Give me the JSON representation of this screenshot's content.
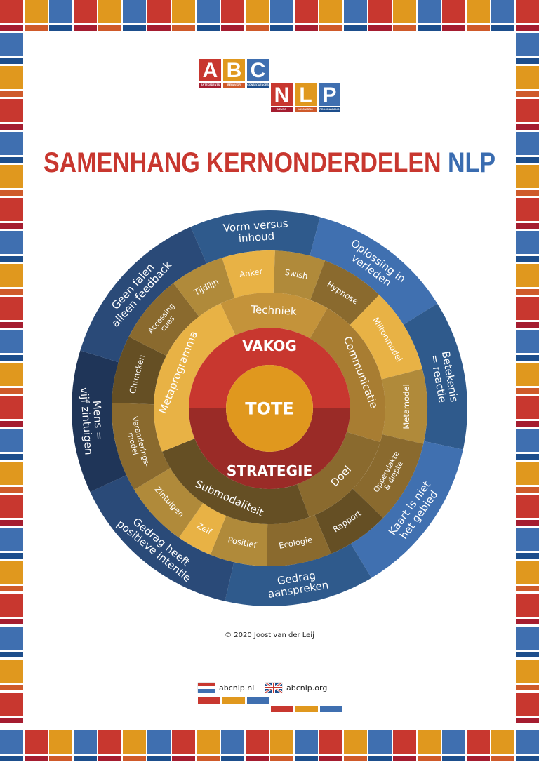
{
  "colors": {
    "red": "#c8372f",
    "orange": "#e0981e",
    "blue": "#3f6fb0",
    "red_dark": "#a51d30",
    "orange_dark": "#cf5a2a",
    "blue_dark": "#1d4e8c",
    "title_red": "#c8372f",
    "title_blue": "#3a6cb0"
  },
  "logo": {
    "abc": [
      {
        "letter": "A",
        "sub": "ANTECEDENTS",
        "color": "red"
      },
      {
        "letter": "B",
        "sub": "BEHAVIOR",
        "color": "orange"
      },
      {
        "letter": "C",
        "sub": "CONSEQUENCES",
        "color": "blue"
      }
    ],
    "nlp": [
      {
        "letter": "N",
        "sub": "NEURO",
        "color": "red"
      },
      {
        "letter": "L",
        "sub": "LINGUISTIC",
        "color": "orange"
      },
      {
        "letter": "P",
        "sub": "PROGRAMMING",
        "color": "blue"
      }
    ]
  },
  "title": {
    "main": "SAMENHANG KERNONDERDELEN ",
    "accent": "NLP"
  },
  "wheel": {
    "center": "TOTE",
    "inner": {
      "top": "VAKOG",
      "bottom": "STRATEGIE"
    },
    "middle": [
      {
        "label": "Techniek",
        "color": "#c4933a"
      },
      {
        "label": "Communicatie",
        "color": "#a87d32"
      },
      {
        "label": "Doel",
        "color": "#8a6a2e"
      },
      {
        "label": "Submodaliteit",
        "color": "#654f24"
      },
      {
        "label": "Metaprogramma",
        "color": "#e8b245"
      }
    ],
    "outer": [
      {
        "label": "Anker",
        "color": "#e8b245"
      },
      {
        "label": "Swish",
        "color": "#b08a3a"
      },
      {
        "label": "Hypnose",
        "color": "#8a6a2e"
      },
      {
        "label": "Miltonmodel",
        "color": "#e8b245"
      },
      {
        "label": "Metamodel",
        "color": "#b08a3a"
      },
      {
        "label": "Oppervlakte|& diepte",
        "color": "#8a6a2e"
      },
      {
        "label": "Rapport",
        "color": "#654f24"
      },
      {
        "label": "Ecologie",
        "color": "#8a6a2e"
      },
      {
        "label": "Positief",
        "color": "#b08a3a"
      },
      {
        "label": "Zelf",
        "color": "#e8b245"
      },
      {
        "label": "Zintuigen",
        "color": "#b08a3a"
      },
      {
        "label": "Veranderings-|model",
        "color": "#8a6a2e"
      },
      {
        "label": "Chuncken",
        "color": "#654f24"
      },
      {
        "label": "Accessing|cues",
        "color": "#8a6a2e"
      },
      {
        "label": "Tijdlijn",
        "color": "#b08a3a"
      }
    ],
    "presuppositions": [
      {
        "label": "Vorm versus|inhoud",
        "color": "#2f5a8c"
      },
      {
        "label": "Oplossing in|verleden",
        "color": "#4070b0"
      },
      {
        "label": "Betekenis|= reactie",
        "color": "#2f5a8c"
      },
      {
        "label": "Kaart is niet|het gebied",
        "color": "#4070b0"
      },
      {
        "label": "Gedrag|aanspreken",
        "color": "#2f5a8c"
      },
      {
        "label": "Gedrag heeft|positieve intentie",
        "color": "#2a4a78"
      },
      {
        "label": "Mens =|vijf zintuigen",
        "color": "#1f3558"
      },
      {
        "label": "Geen falen|alleen feedback",
        "color": "#2a4a78"
      }
    ]
  },
  "footer": {
    "copyright": "© 2020 Joost van der Leij",
    "sites": [
      {
        "flag": "netherlands-flag-icon",
        "label": "abcnlp.nl"
      },
      {
        "flag": "uk-flag-icon",
        "label": "abcnlp.org"
      }
    ]
  }
}
